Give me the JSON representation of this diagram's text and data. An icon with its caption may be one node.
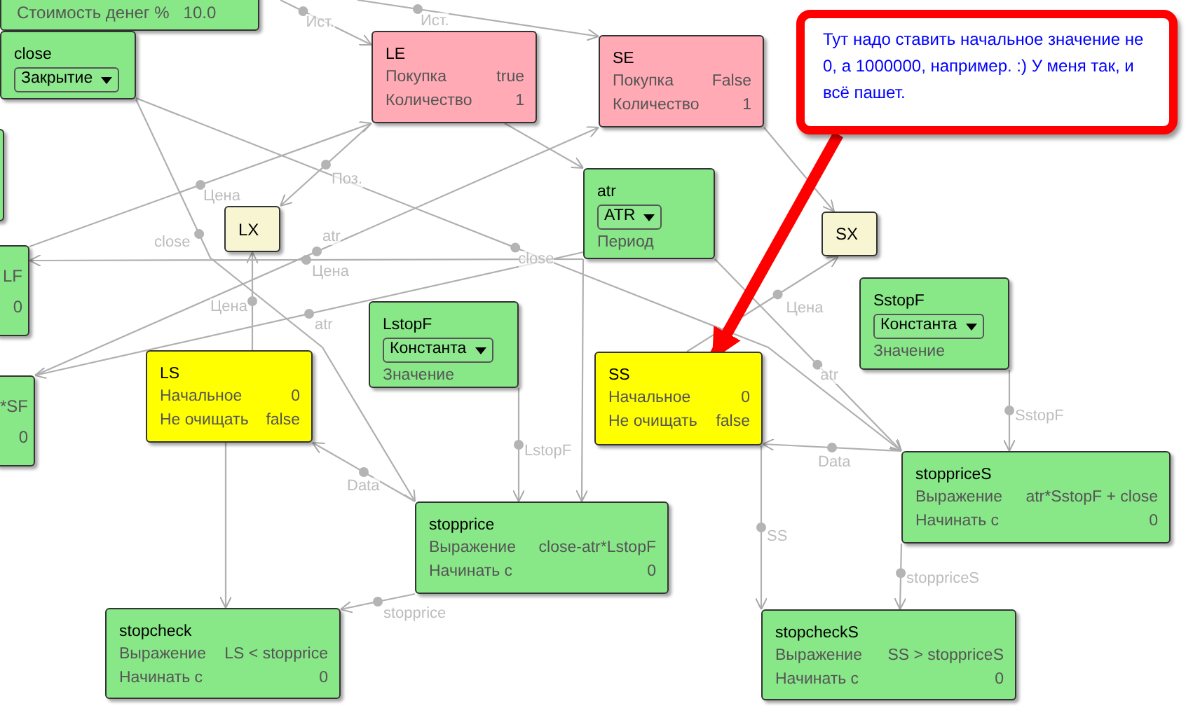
{
  "diagram": {
    "nodes": [
      {
        "text": [
          "Стоимость денег %",
          "10.0"
        ]
      },
      {
        "text": [
          "close",
          "Закрытие"
        ]
      },
      {
        "text": [
          "LE",
          "Покупка",
          "true",
          "Количество",
          "1"
        ]
      },
      {
        "text": [
          "SE",
          "Покупка",
          "False",
          "Количество",
          "1"
        ]
      },
      {
        "text": [
          "Тут надо ставить начальное значение не 0, а 1000000, например. :) У меня так, и всё пашет."
        ]
      },
      {
        "text": [],
        "shape": "box"
      },
      {
        "text": [
          "atr",
          "ATR",
          "Период"
        ]
      },
      {
        "text": [
          "LX"
        ]
      },
      {
        "text": [
          "SX"
        ]
      },
      {
        "text": [
          "LF",
          "0"
        ]
      },
      {
        "text": [
          "LstopF",
          "Константа",
          "Значение"
        ]
      },
      {
        "text": [
          "SstopF",
          "Константа",
          "Значение"
        ]
      },
      {
        "text": [
          "LS",
          "Начальное",
          "0",
          "Не очищать",
          "false"
        ]
      },
      {
        "text": [
          "SS",
          "Начальное",
          "0",
          "Не очищать",
          "false"
        ]
      },
      {
        "text": [
          "*SF",
          "0"
        ]
      },
      {
        "text": [
          "stopprice",
          "Выражение",
          "close-atr*LstopF",
          "Начинать с",
          "0"
        ]
      },
      {
        "text": [
          "stoppriceS",
          "Выражение",
          "atr*SstopF + close",
          "Начинать с",
          "0"
        ]
      },
      {
        "text": [
          "stopcheck",
          "Выражение",
          "LS < stopprice",
          "Начинать с",
          "0"
        ]
      },
      {
        "text": [
          "stopcheckS",
          "Выражение",
          "SS > stoppriceS",
          "Начинать с",
          "0"
        ]
      }
    ],
    "edges": [
      {
        "from": null,
        "to": 2,
        "arrow": "to",
        "label": "Ист."
      },
      {
        "from": null,
        "to": 3,
        "arrow": "to",
        "label": "Ист."
      },
      {
        "from": 2,
        "to": 6,
        "arrow": "to"
      },
      {
        "from": 2,
        "to": 7,
        "arrow": "to",
        "label": "Поз."
      },
      {
        "from": 9,
        "to": 2,
        "arrow": "to",
        "label": "Цена"
      },
      {
        "from": 1,
        "to": 15,
        "arrow": "to",
        "label": "close"
      },
      {
        "from": 1,
        "to": 16,
        "arrow": "to",
        "label": "close"
      },
      {
        "from": 12,
        "to": 7,
        "arrow": "to",
        "label": "Цена"
      },
      {
        "from": 6,
        "to": 9,
        "arrow": "to",
        "label": "Цена"
      },
      {
        "from": 14,
        "to": 3,
        "arrow": "to",
        "label": "atr"
      },
      {
        "from": 6,
        "to": 14,
        "arrow": "to",
        "label": "atr"
      },
      {
        "from": 3,
        "to": 8,
        "arrow": "to"
      },
      {
        "from": 13,
        "to": 8,
        "arrow": "to",
        "label": "Цена"
      },
      {
        "from": 6,
        "to": 16,
        "arrow": "to",
        "label": "atr"
      },
      {
        "from": 11,
        "to": 16,
        "arrow": "to",
        "label": "SstopF"
      },
      {
        "from": 16,
        "to": 13,
        "arrow": "to",
        "label": "Data"
      },
      {
        "from": 13,
        "to": 18,
        "arrow": "to",
        "label": "SS"
      },
      {
        "from": 16,
        "to": 18,
        "arrow": "to",
        "label": "stoppriceS"
      },
      {
        "from": 10,
        "to": 15,
        "arrow": "to",
        "label": "LstopF"
      },
      {
        "from": 6,
        "to": 15,
        "arrow": "to"
      },
      {
        "from": 15,
        "to": 12,
        "arrow": "to",
        "label": "Data"
      },
      {
        "from": 15,
        "to": 17,
        "arrow": "to",
        "label": "stopprice"
      },
      {
        "from": 12,
        "to": 17,
        "arrow": "to"
      },
      {
        "from": 4,
        "to": 13,
        "arrow": "to",
        "style": "thick",
        "color": "#ff0000"
      }
    ]
  }
}
